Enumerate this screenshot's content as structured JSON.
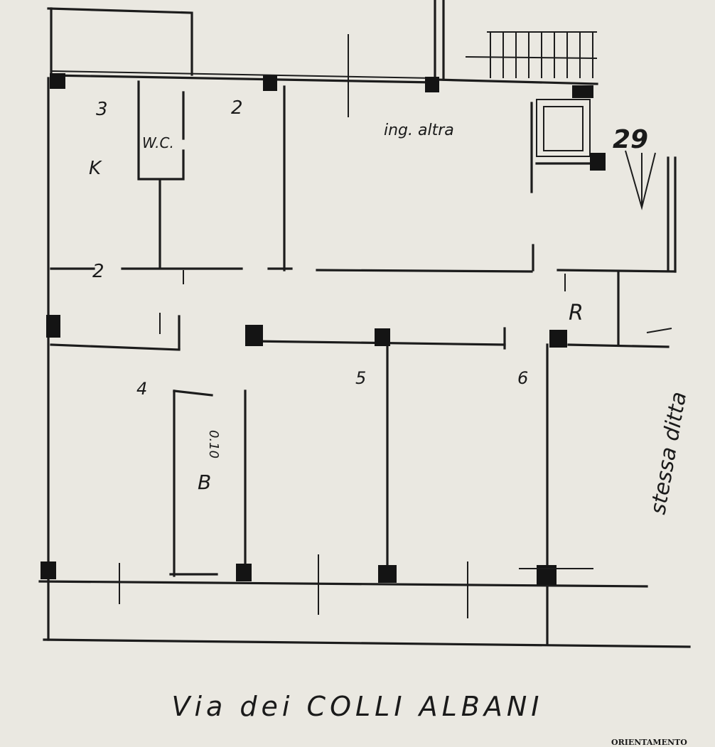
{
  "title_number": "29",
  "street_label": "Via dei COLLI ALBANI",
  "side_note": "stessa ditta",
  "orientation_label": "ORIENTAMENTO",
  "rooms": {
    "k": "K",
    "wc": "W.C.",
    "r": "R",
    "b": "B",
    "room2": "2",
    "room3": "3",
    "room4": "4",
    "room5": "5",
    "room6": "6",
    "entry": "ing. altra",
    "bath_note": "0.10",
    "corridor_note": "2"
  }
}
